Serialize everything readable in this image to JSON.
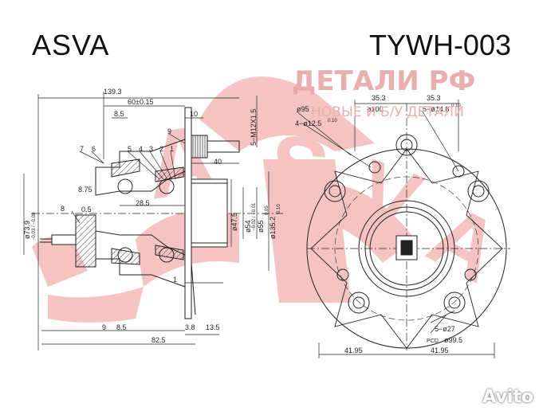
{
  "brand": "ASVA",
  "part_number": "TYWH-003",
  "watermark": {
    "title": "ДЕТАЛИ РФ",
    "subtitle": "НОВЫЕ И Б/У ДЕТАЛИ",
    "site": "Avito"
  },
  "side_view": {
    "dims": {
      "d139_3": "139.3",
      "d60": "60±0.15",
      "d8_5_top": "8.5",
      "d10": "10",
      "d40": "40",
      "thread": "5−M12X1.5",
      "d8_75": "8.75",
      "d0_5": "0.5",
      "d28_5": "28.5",
      "d47_5": "ø47.5",
      "d54": "ø54",
      "d54_tol": "−0.02 / −0.01",
      "d55": "ø55",
      "d55_tol": "0.05",
      "d135": "ø135.2",
      "d135_tol": "0.10",
      "d73_9": "ø73.9",
      "d73_9_tol": "−0.03 / −0.08",
      "d1": "1",
      "d9": "9",
      "d8_5_bot": "8.5",
      "d3_8": "3.8",
      "d13_5": "13.5",
      "d82_5": "82.5"
    },
    "callouts": [
      "7",
      "6",
      "5",
      "4",
      "3",
      "2",
      "1",
      "9",
      "8"
    ]
  },
  "front_view": {
    "dims": {
      "d35_3_left": "35.3",
      "d35_3_right": "35.3",
      "d95": "ø95",
      "d100": "ø100",
      "holes_14": "5−ø14.8",
      "holes_14_tol": "0.10",
      "holes_12": "4−ø12.5",
      "holes_12_tol": "0.10",
      "holes_27": "5−ø27",
      "pcd": "ø99.5",
      "pcd_prefix": "PCD",
      "d41_95_left": "41.95",
      "d41_95_right": "41.95"
    }
  },
  "colors": {
    "line": "#222222",
    "hatch": "#444444",
    "watermark": "#e44b4b"
  }
}
